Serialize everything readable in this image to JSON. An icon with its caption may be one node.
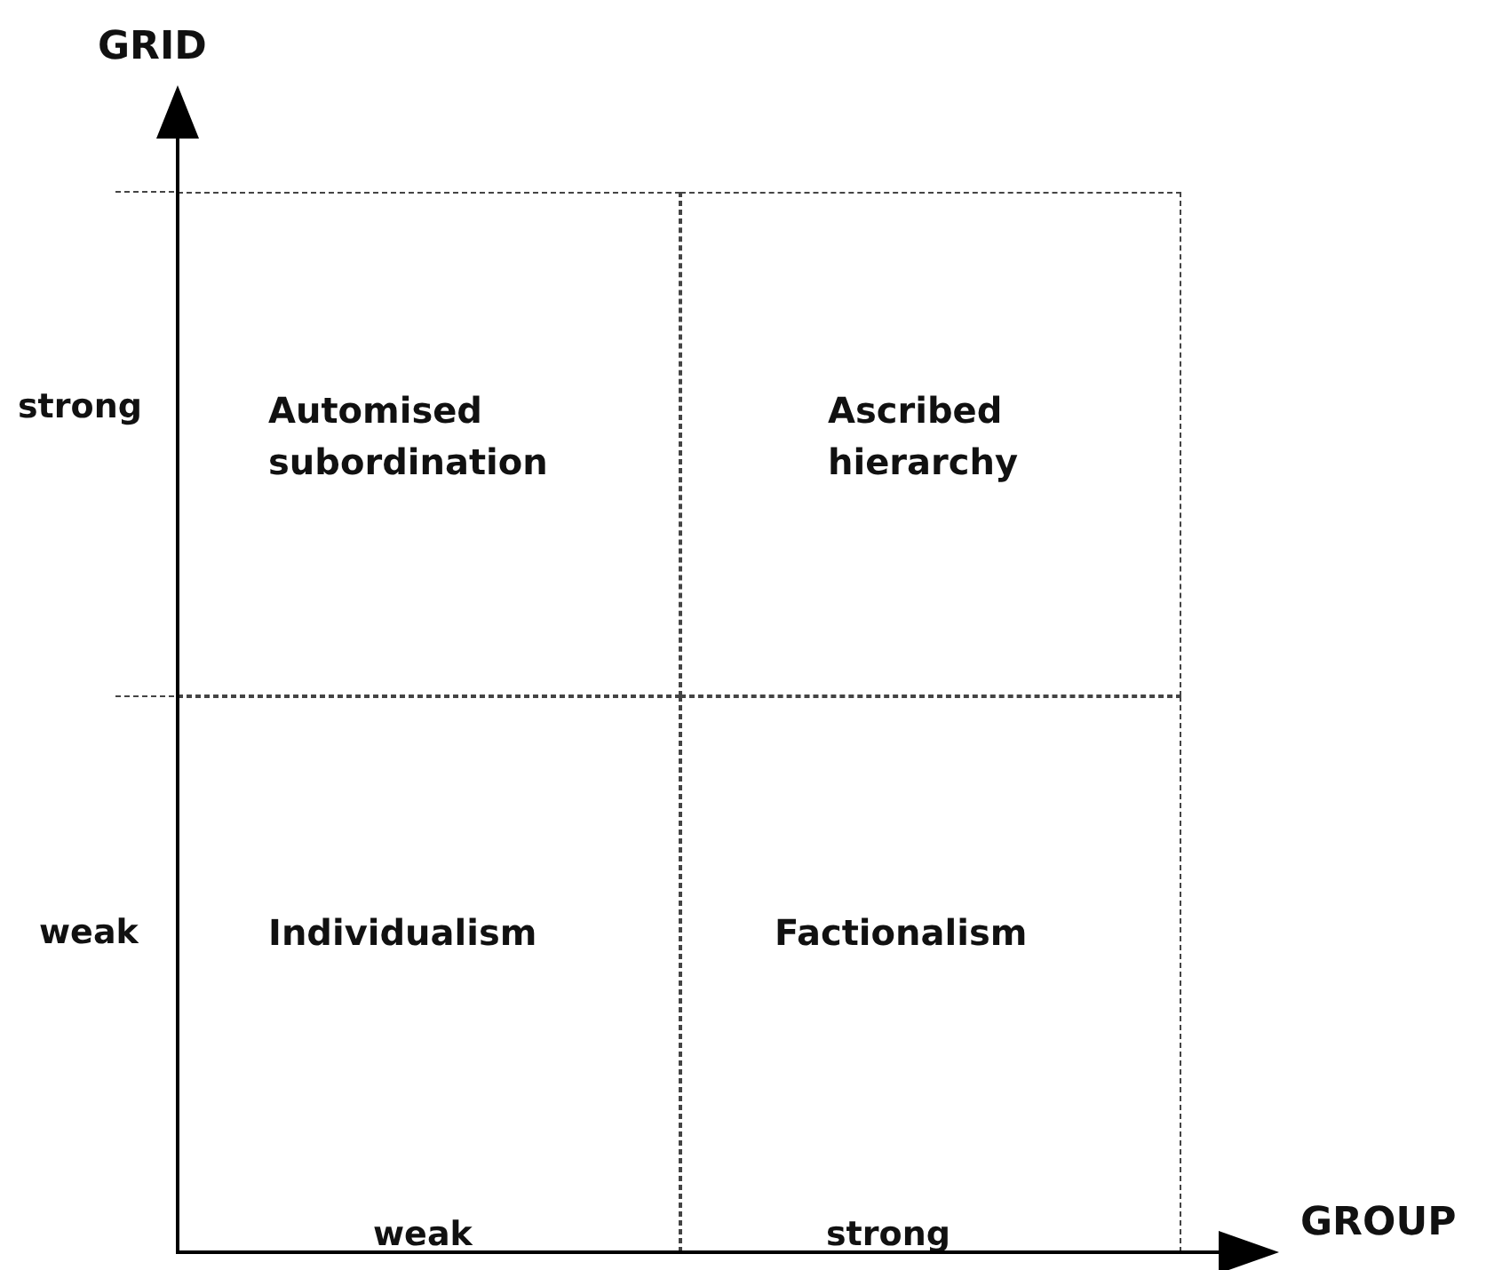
{
  "diagram": {
    "nodes": [
      {
        "text": [
          "Automised subordination"
        ]
      },
      {
        "text": [
          "Ascribed hierarchy"
        ]
      },
      {
        "text": [
          "Individualism"
        ]
      },
      {
        "text": [
          "Factionalism"
        ]
      }
    ],
    "labels": [
      "GRID",
      "strong",
      "weak",
      "weak",
      "strong",
      "GROUP"
    ]
  }
}
